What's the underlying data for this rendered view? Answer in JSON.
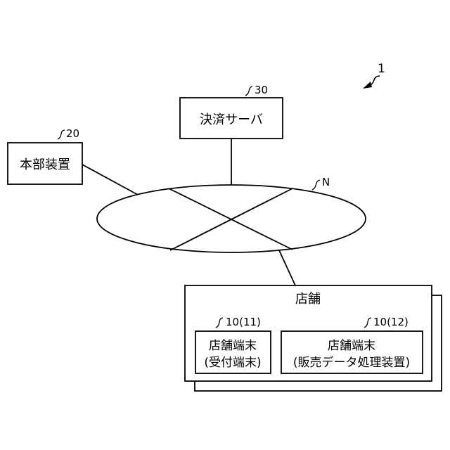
{
  "system": {
    "ref": "1"
  },
  "network": {
    "ref": "N"
  },
  "payment_server": {
    "ref": "30",
    "label": "決済サーバ"
  },
  "headquarters": {
    "ref": "20",
    "label": "本部装置"
  },
  "store": {
    "label": "店舗",
    "terminal_reception": {
      "ref": "10(11)",
      "line1": "店舗端末",
      "line2": "(受付端末)"
    },
    "terminal_pos": {
      "ref": "10(12)",
      "line1": "店舗端末",
      "line2": "(販売データ処理装置)"
    }
  }
}
